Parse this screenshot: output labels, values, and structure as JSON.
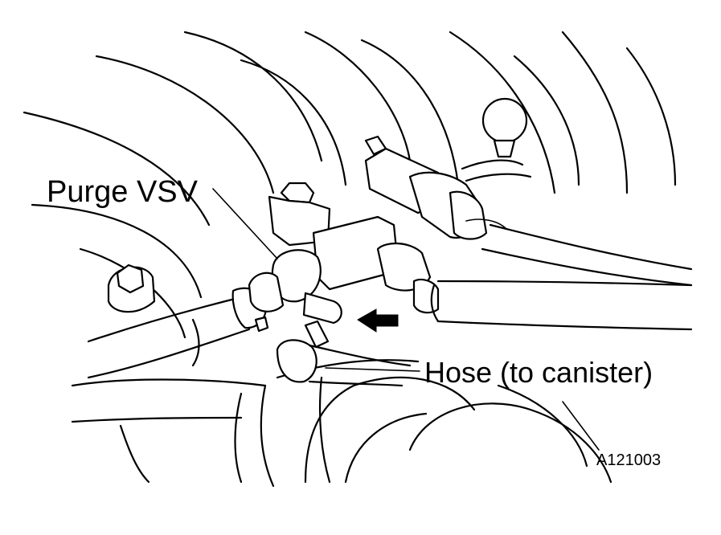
{
  "labels": {
    "purge_vsv": "Purge VSV",
    "hose": "Hose (to canister)",
    "figure_id": "A121003"
  },
  "colors": {
    "line": "#000000",
    "background": "#ffffff"
  }
}
